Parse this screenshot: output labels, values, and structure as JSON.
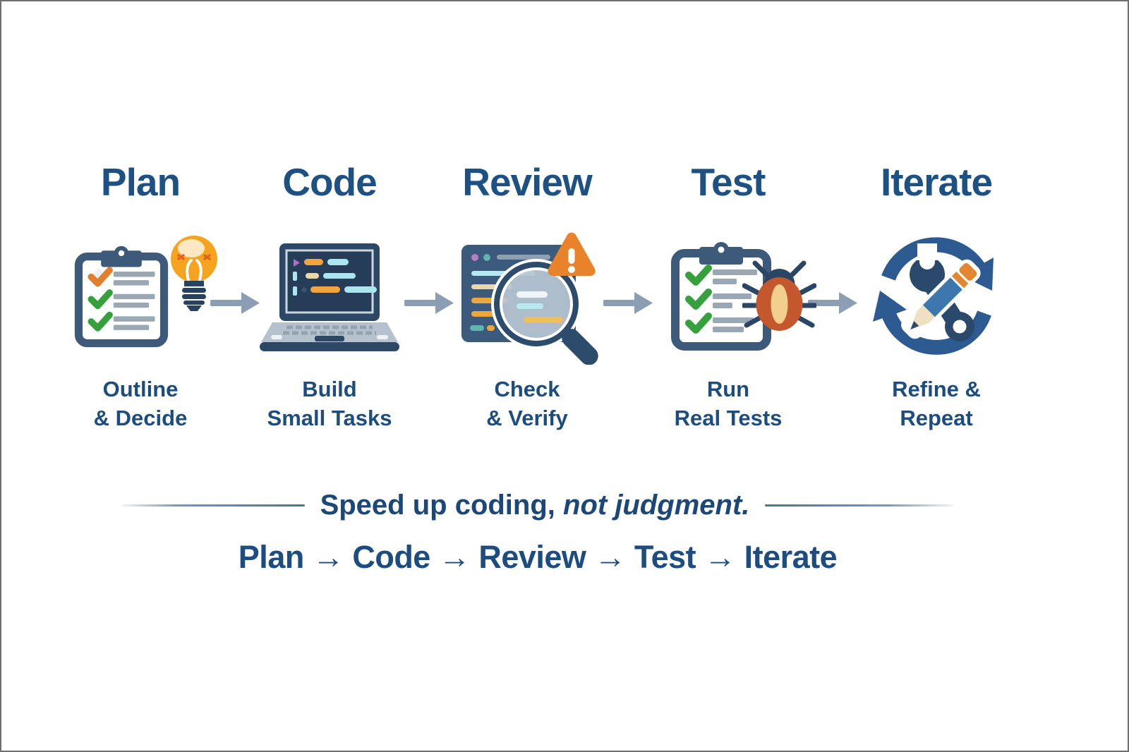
{
  "figure": {
    "steps": [
      {
        "title": "Plan",
        "subtitle": "Outline\n& Decide",
        "icon": "clipboard-lightbulb-icon"
      },
      {
        "title": "Code",
        "subtitle": "Build\nSmall Tasks",
        "icon": "laptop-code-icon"
      },
      {
        "title": "Review",
        "subtitle": "Check\n& Verify",
        "icon": "code-window-magnifier-warning-icon"
      },
      {
        "title": "Test",
        "subtitle": "Run\nReal Tests",
        "icon": "clipboard-bug-icon"
      },
      {
        "title": "Iterate",
        "subtitle": "Refine &\nRepeat",
        "icon": "cycle-wrench-pencil-icon"
      }
    ],
    "tagline": {
      "emphasis": "Speed up coding,",
      "italic": " not judgment."
    },
    "flow_line": "Plan → Code → Review → Test → Iterate",
    "colors": {
      "heading_blue": "#1d5183",
      "subtitle_blue": "#1d4d7e",
      "tagline_navy": "#1c4779",
      "connector_gray": "#8c9eb3",
      "icon_navy": "#2c4866",
      "accent_orange": "#e8822b",
      "check_green": "#35a03c",
      "bulb_yellow": "#f6a41f",
      "code_cyan": "#abe6ee"
    }
  }
}
